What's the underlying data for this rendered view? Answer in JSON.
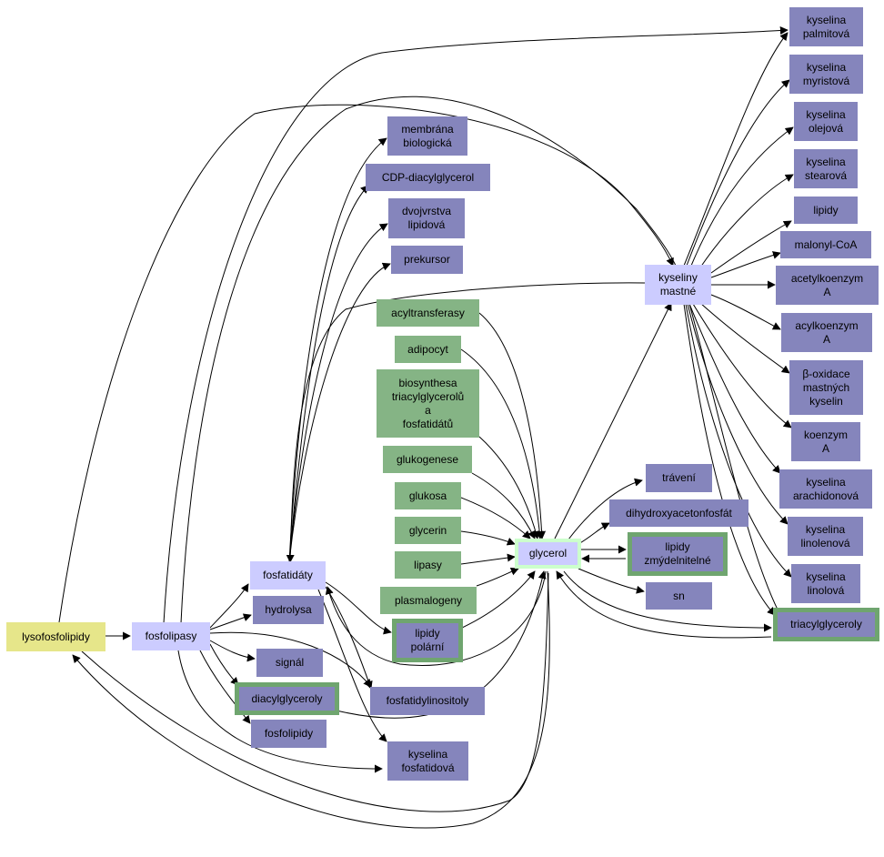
{
  "nodes": {
    "lysofosfolipidy": "lysofosfolipidy",
    "fosfolipasy": "fosfolipasy",
    "fosfatidaty": "fosfatidáty",
    "hydrolysa": "hydrolysa",
    "signal": "signál",
    "diacylglyceroly": "diacylglyceroly",
    "fosfolipidy": "fosfolipidy",
    "kyselina_fosfatidova": "kyselina\nfosfatidová",
    "fosfatidylinositoly": "fosfatidylinositoly",
    "lipidy_polarni": "lipidy\npolární",
    "membrana_biologicka": "membrána\nbiologická",
    "cdp_diacylglycerol": "CDP-diacylglycerol",
    "dvojvrstva_lipidova": "dvojvrstva\nlipidová",
    "prekursor": "prekursor",
    "acyltransferasy": "acyltransferasy",
    "adipocyt": "adipocyt",
    "biosynthesa": "biosynthesa\ntriacylglycerolů\na\nfosfatidátů",
    "glukogenese": "glukogenese",
    "glukosa": "glukosa",
    "glycerin": "glycerin",
    "lipasy": "lipasy",
    "plasmalogeny": "plasmalogeny",
    "glycerol": "glycerol",
    "traveni": "trávení",
    "dihydroxyacetonfosfat": "dihydroxyacetonfosfát",
    "lipidy_zmydelnitelne": "lipidy\nzmýdelnitelné",
    "sn": "sn",
    "triacylglyceroly": "triacylglyceroly",
    "kyseliny_mastne": "kyseliny\nmastné",
    "kyselina_palmitova": "kyselina\npalmitová",
    "kyselina_myristova": "kyselina\nmyristová",
    "kyselina_olejova": "kyselina\nolejová",
    "kyselina_stearova": "kyselina\nstearová",
    "lipidy": "lipidy",
    "malonyl_coa": "malonyl-CoA",
    "acetylkoenzym_a": "acetylkoenzym\nA",
    "acylkoenzym_a": "acylkoenzym\nA",
    "beta_oxidace": "β-oxidace\nmastných\nkyselin",
    "koenzym_a": "koenzym\nA",
    "kyselina_arachidonova": "kyselina\narachidonová",
    "kyselina_linolenova": "kyselina\nlinolenová",
    "kyselina_linolova": "kyselina\nlinolová"
  },
  "colors": {
    "purple": "#8585bc",
    "green": "#85b485",
    "lavender": "#ccccff",
    "yellow": "#e6e68a",
    "edge": "#000000"
  }
}
